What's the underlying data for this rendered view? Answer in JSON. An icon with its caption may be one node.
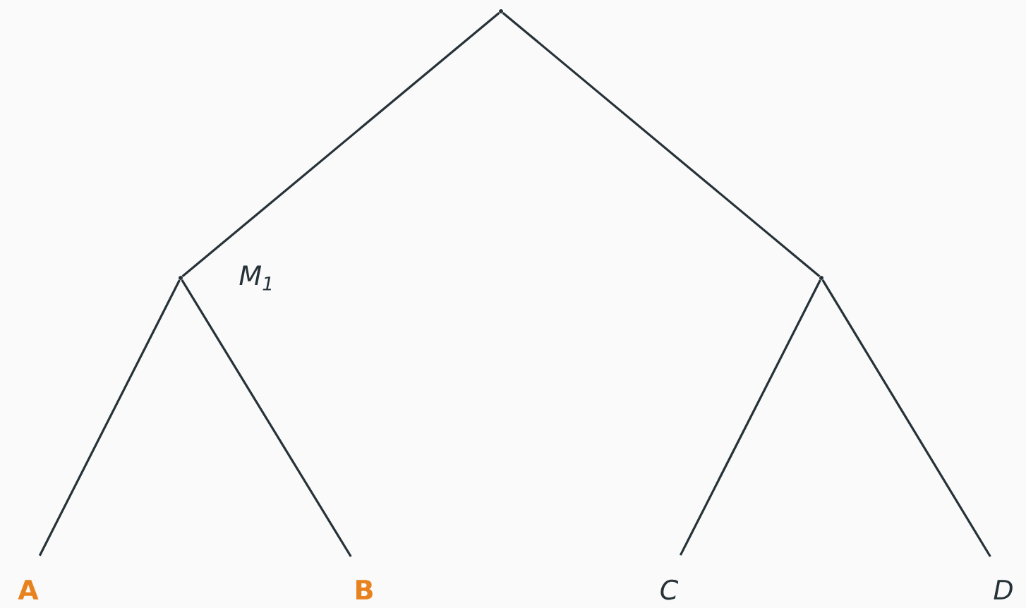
{
  "diagram": {
    "nodes": [
      {
        "text": [],
        "shape": "point"
      },
      {
        "text": [],
        "shape": "point",
        "beside": [
          "M$_{1}$"
        ]
      },
      {
        "text": [],
        "shape": "point"
      },
      {
        "text": [
          "A"
        ]
      },
      {
        "text": [
          "B"
        ]
      },
      {
        "text": [
          "C"
        ]
      },
      {
        "text": [
          "D"
        ]
      }
    ],
    "edges": [
      {
        "from": 0,
        "to": 1,
        "arrow": "none"
      },
      {
        "from": 0,
        "to": 2,
        "arrow": "none"
      },
      {
        "from": 1,
        "to": 3,
        "arrow": "none"
      },
      {
        "from": 1,
        "to": 4,
        "arrow": "none"
      },
      {
        "from": 2,
        "to": 5,
        "arrow": "none"
      },
      {
        "from": 2,
        "to": 6,
        "arrow": "none"
      }
    ]
  }
}
